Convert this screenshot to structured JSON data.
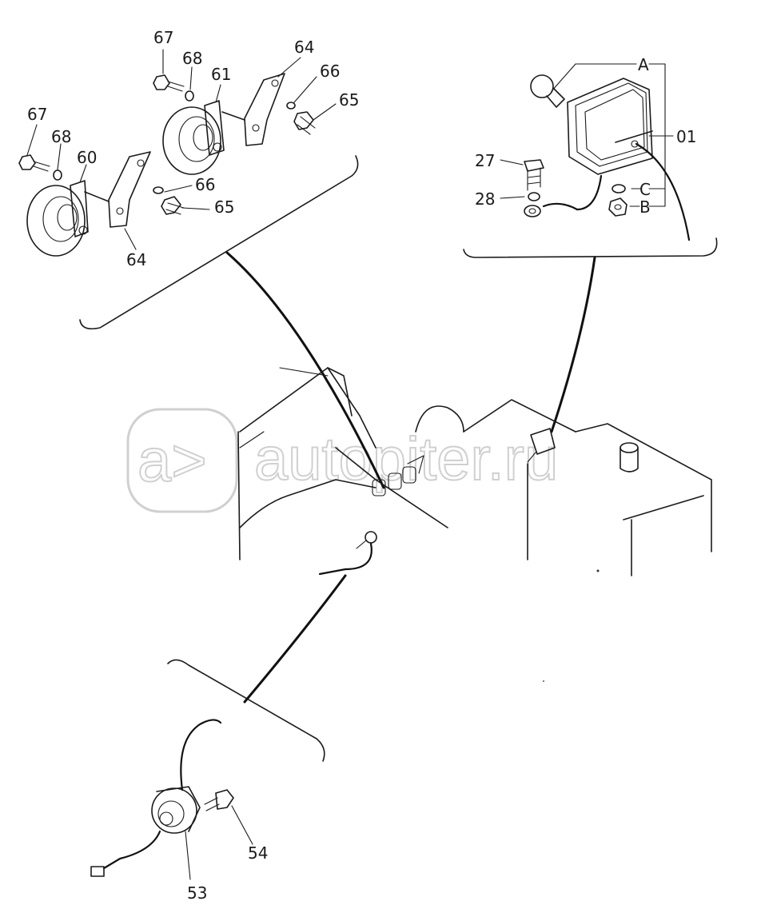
{
  "watermark": {
    "text": "autopiter.ru",
    "logo_glyph": "a>"
  },
  "labels": {
    "l67a": "67",
    "l68a": "68",
    "l61": "61",
    "l64a": "64",
    "l66a": "66",
    "l65a": "65",
    "l67b": "67",
    "l68b": "68",
    "l60": "60",
    "l66b": "66",
    "l65b": "65",
    "l64b": "64",
    "lA": "A",
    "l01": "01",
    "l27": "27",
    "l28": "28",
    "lC": "C",
    "lB": "B",
    "l54": "54",
    "l53": "53"
  }
}
